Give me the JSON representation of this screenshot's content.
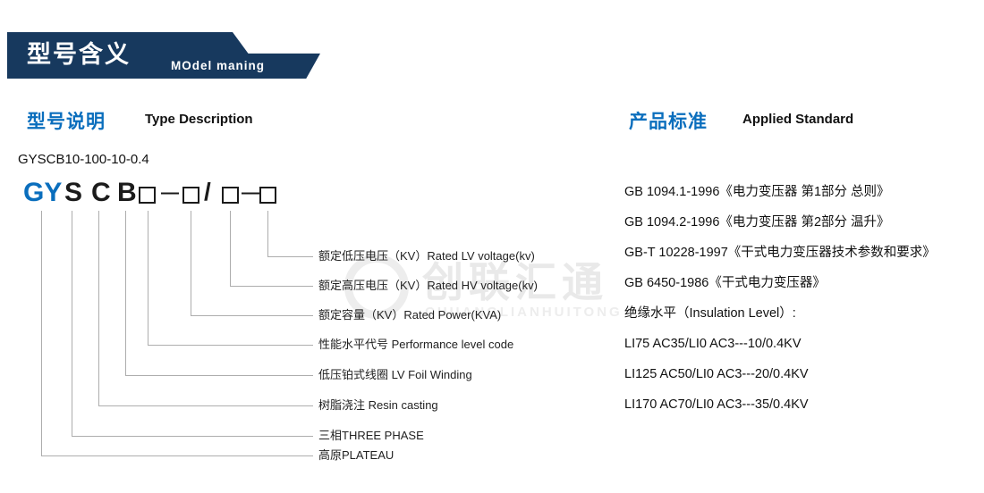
{
  "banner": {
    "title": "型号含义",
    "subtitle": "MOdel maning"
  },
  "type_section": {
    "heading_cn": "型号说明",
    "heading_en": "Type Description",
    "example_model": "GYSCB10-100-10-0.4",
    "code": {
      "gy": "GY",
      "s": "S",
      "c": "C",
      "b": "B",
      "dash1": "—",
      "slash": "/",
      "dash2": "—"
    },
    "callouts": [
      {
        "label": "额定低压电压（KV）Rated LV voltage(kv)"
      },
      {
        "label": "额定高压电压（KV）Rated HV voltage(kv)"
      },
      {
        "label": "额定容量（KV）Rated Power(KVA)"
      },
      {
        "label": "性能水平代号 Performance level code"
      },
      {
        "label": "低压铂式线圈 LV Foil Winding"
      },
      {
        "label": "树脂浇注 Resin casting"
      },
      {
        "label": "三相THREE PHASE"
      },
      {
        "label": "高原PLATEAU"
      }
    ]
  },
  "standards_section": {
    "heading_cn": "产品标准",
    "heading_en": "Applied Standard",
    "standards": [
      "GB 1094.1-1996《电力变压器 第1部分 总则》",
      "GB 1094.2-1996《电力变压器 第2部分 温升》",
      "GB-T 10228-1997《干式电力变压器技术参数和要求》",
      "GB 6450-1986《干式电力变压器》"
    ],
    "insulation_title": "绝缘水平（Insulation Level）:",
    "insulation_levels": [
      "LI75 AC35/LI0 AC3---10/0.4KV",
      "LI125 AC50/LI0 AC3---20/0.4KV",
      "LI170 AC70/LI0 AC3---35/0.4KV"
    ]
  },
  "watermark": {
    "text_cn": "创联汇通",
    "text_en": "CHUANGLIANHUITONG"
  },
  "colors": {
    "banner_bg": "#17395e",
    "accent_blue": "#0a6ebd",
    "line_gray": "#adadad",
    "watermark_gray": "#e9e9e9"
  }
}
